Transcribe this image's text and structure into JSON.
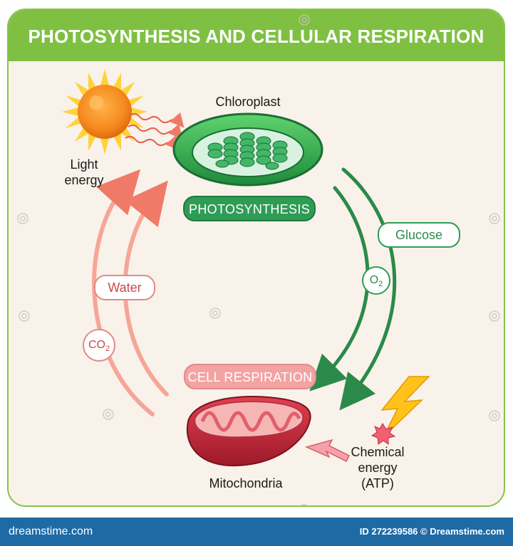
{
  "title": "PHOTOSYNTHESIS AND CELLULAR RESPIRATION",
  "labels": {
    "chloroplast": "Chloroplast",
    "light_energy": "Light energy",
    "photosynthesis": "PHOTOSYNTHESIS",
    "glucose": "Glucose",
    "water": "Water",
    "o2": "O",
    "o2_sub": "2",
    "co2": "CO",
    "co2_sub": "2",
    "cell_respiration": "CELL RESPIRATION",
    "mitochondria": "Mitochondria",
    "chemical_energy_1": "Chemical",
    "chemical_energy_2": "energy",
    "chemical_energy_3": "(ATP)"
  },
  "footer": {
    "brand": "dreamstime.com",
    "id_text": "ID 272239586 © Dreamstime.com"
  },
  "colors": {
    "header_green": "#7fc043",
    "panel_bg": "#f8f2ea",
    "photosynthesis_green": "#2f9c55",
    "respiration_pink": "#f4a3a3",
    "arrow_salmon": "#f07a68",
    "footer_blue": "#1e6aa5",
    "sun_orange": "#f58a1e",
    "mitochondria_red": "#c8283a"
  },
  "icons": [
    "sun-icon",
    "chloroplast-icon",
    "mitochondria-icon",
    "lightning-icon",
    "camera-watermark-icon"
  ]
}
